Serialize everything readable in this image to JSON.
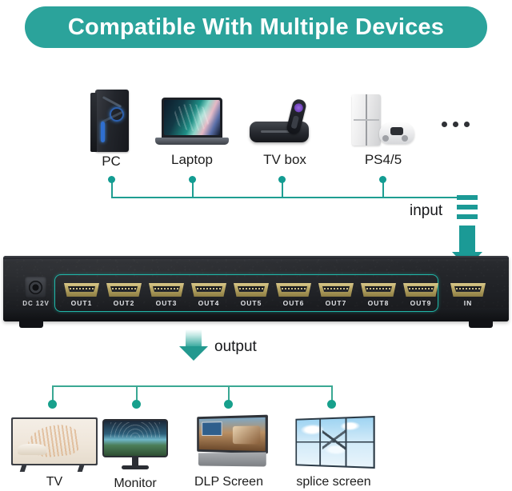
{
  "banner": {
    "title": "Compatible With Multiple Devices"
  },
  "colors": {
    "banner_teal": "#2ba39b",
    "line_teal": "#1f9e92",
    "dot_teal": "#139c92",
    "arrow_teal": "#1b9a96",
    "outline_teal": "#20b6a8",
    "bottom_line_teal": "#3aa893",
    "device_body": "#1f2125",
    "hdmi_gold": "#b9a765",
    "label_text": "#17181b"
  },
  "source_devices": [
    {
      "label": "PC",
      "icon": "desktop-tower-icon"
    },
    {
      "label": "Laptop",
      "icon": "laptop-icon"
    },
    {
      "label": "TV box",
      "icon": "streaming-box-icon"
    },
    {
      "label": "PS4/5",
      "icon": "game-console-icon"
    },
    {
      "label": "",
      "icon": "ellipsis-icon"
    }
  ],
  "flow": {
    "input_label": "input",
    "output_label": "output"
  },
  "switch": {
    "power_label": "DC 12V",
    "power_icon": "dc-power-jack-icon",
    "input_port": {
      "label": "IN",
      "icon": "hdmi-port-icon"
    },
    "output_ports": [
      {
        "label": "OUT1",
        "icon": "hdmi-port-icon"
      },
      {
        "label": "OUT2",
        "icon": "hdmi-port-icon"
      },
      {
        "label": "OUT3",
        "icon": "hdmi-port-icon"
      },
      {
        "label": "OUT4",
        "icon": "hdmi-port-icon"
      },
      {
        "label": "OUT5",
        "icon": "hdmi-port-icon"
      },
      {
        "label": "OUT6",
        "icon": "hdmi-port-icon"
      },
      {
        "label": "OUT7",
        "icon": "hdmi-port-icon"
      },
      {
        "label": "OUT8",
        "icon": "hdmi-port-icon"
      },
      {
        "label": "OUT9",
        "icon": "hdmi-port-icon"
      }
    ]
  },
  "display_devices": [
    {
      "label": "TV",
      "icon": "television-icon"
    },
    {
      "label": "Monitor",
      "icon": "computer-monitor-icon"
    },
    {
      "label": "DLP Screen",
      "icon": "dlp-projector-screen-icon"
    },
    {
      "label": "splice screen",
      "icon": "video-wall-icon"
    }
  ]
}
